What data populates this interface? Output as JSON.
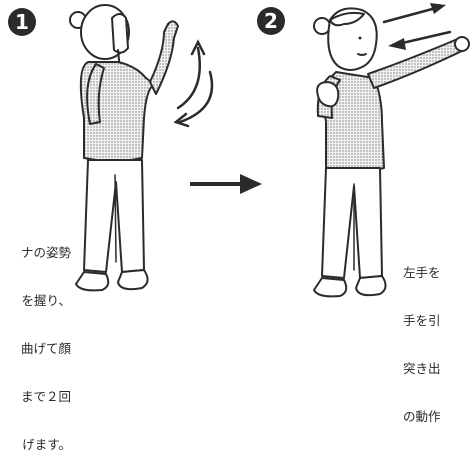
{
  "steps": [
    {
      "number": "1",
      "caption_lines": [
        "ナの姿勢",
        "を握り、",
        "曲げて顔",
        "まで２回",
        "げます。"
      ]
    },
    {
      "number": "2",
      "caption_lines": [
        "左手を",
        "手を引",
        "突き出",
        "の動作"
      ]
    }
  ],
  "colors": {
    "ink": "#2b2b2b",
    "shirt_fill": "#bdbdbd",
    "background": "#ffffff"
  },
  "icons": {
    "transition": "right-arrow-icon",
    "rotate": "curved-arrows-icon",
    "push_pull": "double-arrows-icon"
  }
}
